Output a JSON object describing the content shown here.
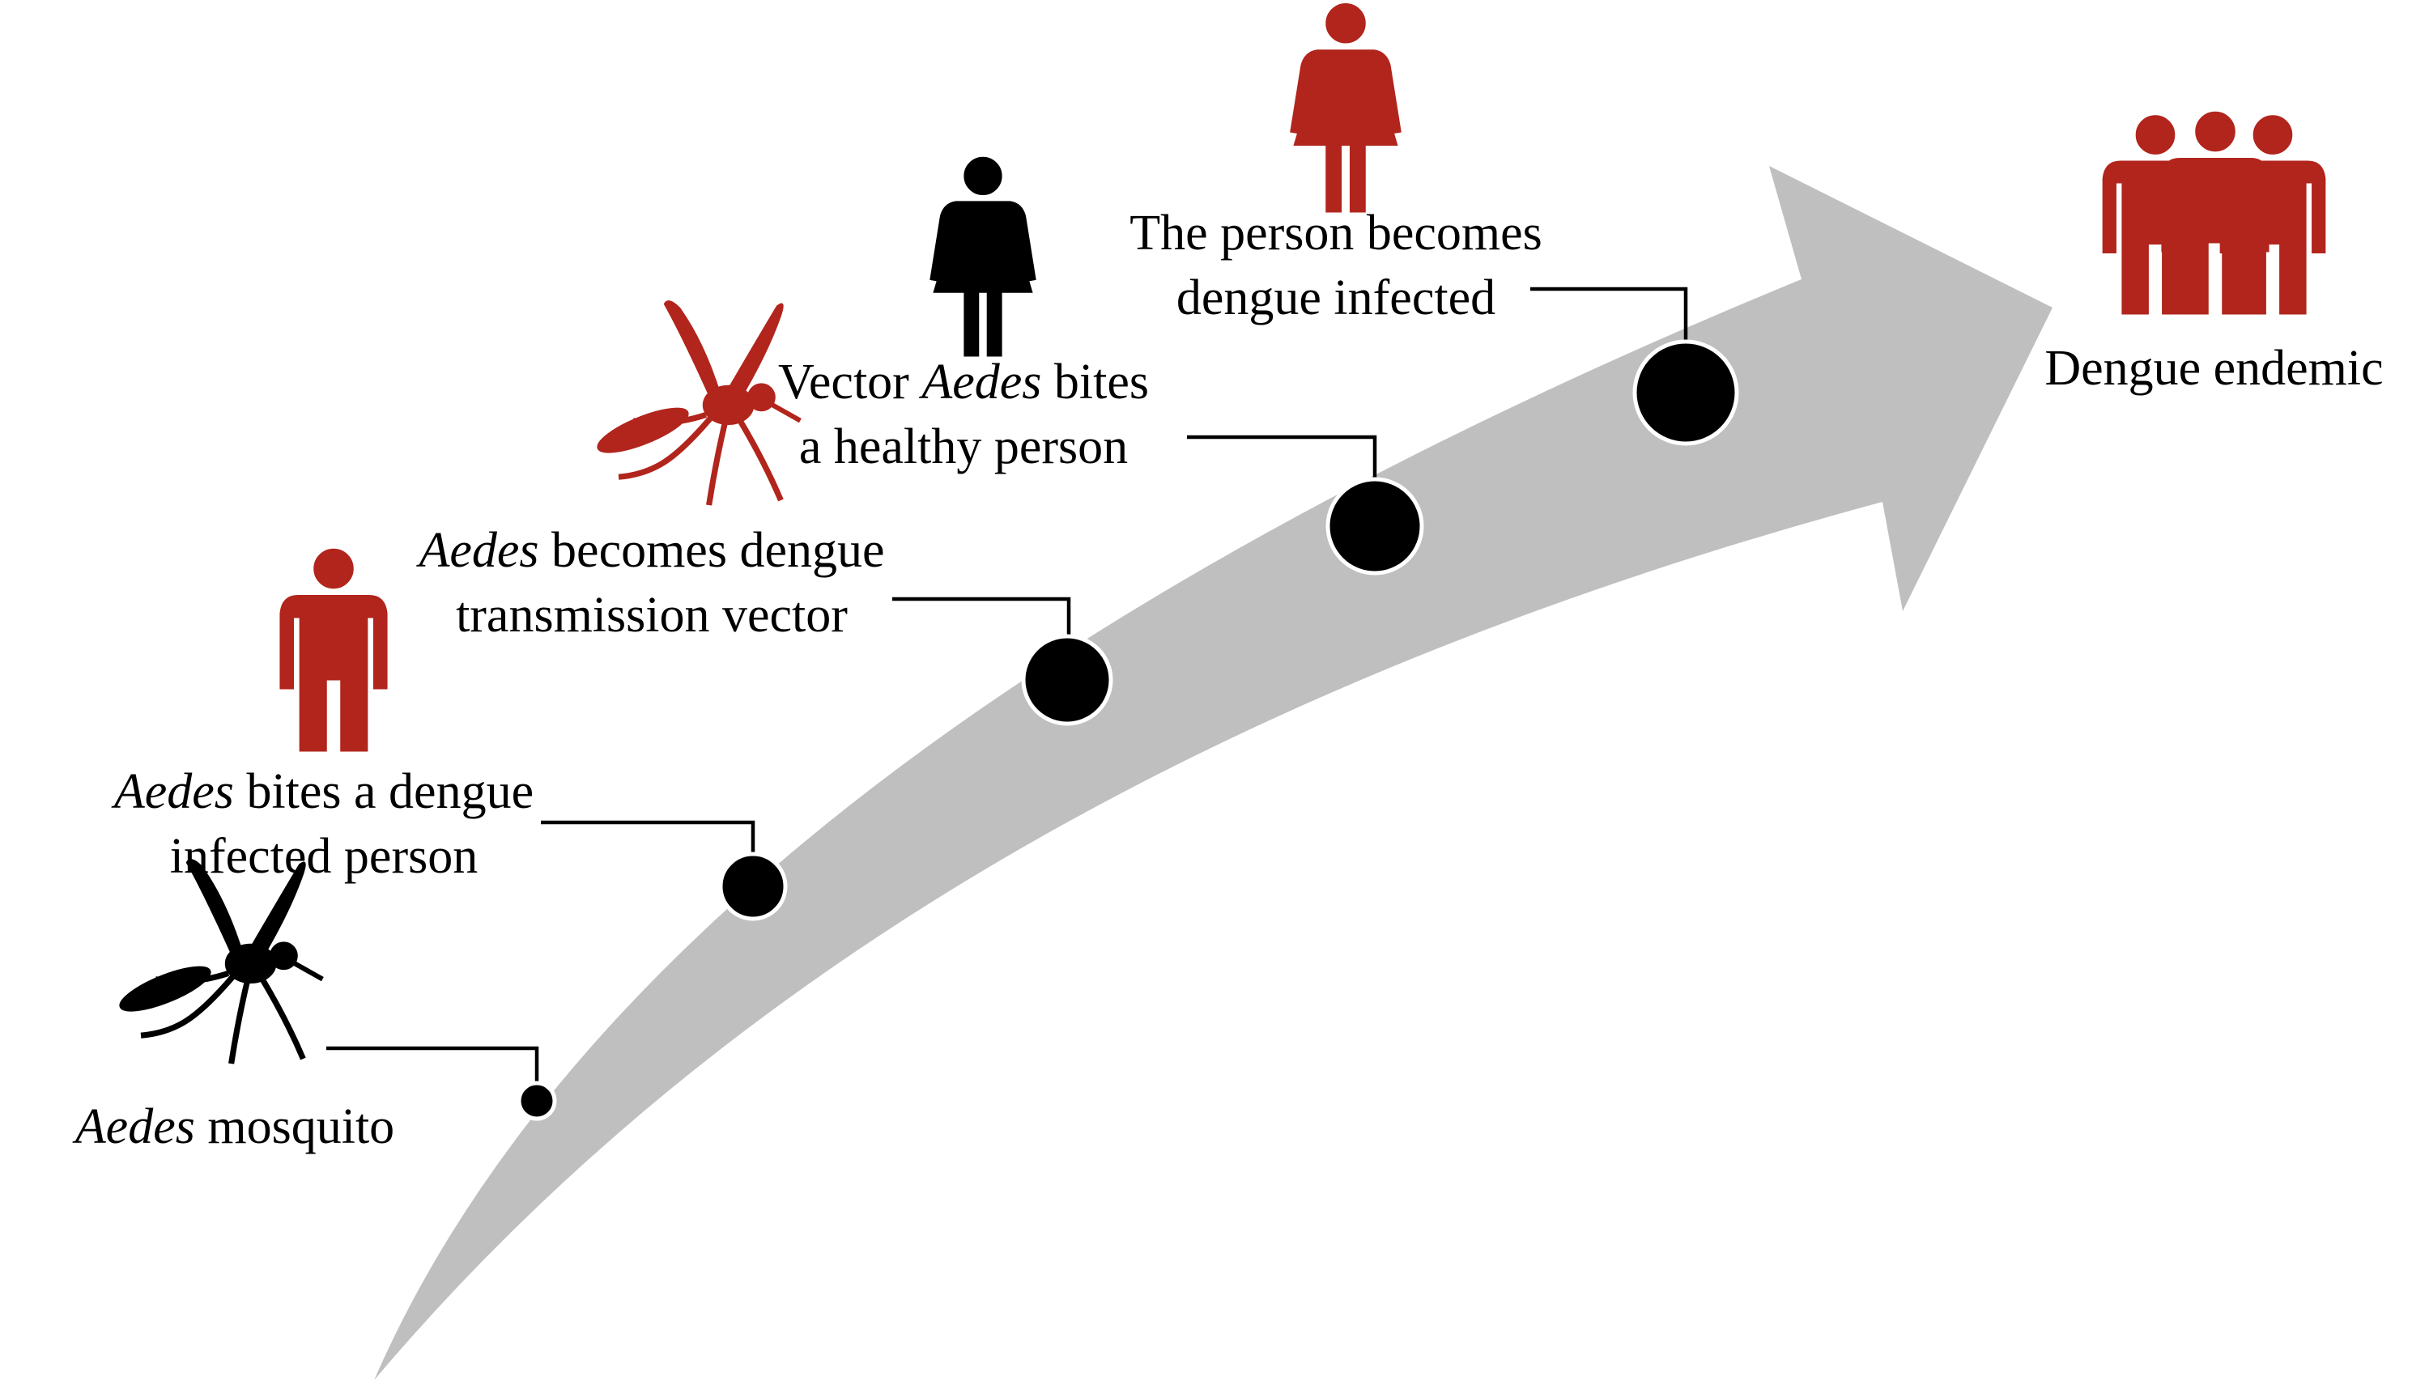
{
  "colors": {
    "arrow": "#bfbfbf",
    "accent_red": "#b1251c",
    "dot": "#000000",
    "connector": "#000000"
  },
  "steps": [
    {
      "icon": "mosquito-icon",
      "icon_color": "#000000",
      "line1_italic": "Aedes",
      "line1_rest": " mosquito",
      "line2": ""
    },
    {
      "icon": "person-icon",
      "icon_color": "#b1251c",
      "line1_italic": "Aedes",
      "line1_rest": " bites a dengue",
      "line2": "infected person"
    },
    {
      "icon": "mosquito-icon",
      "icon_color": "#b1251c",
      "line1_italic": "Aedes",
      "line1_rest": " becomes dengue",
      "line2": "transmission vector"
    },
    {
      "icon": "woman-icon",
      "icon_color": "#000000",
      "line1_pre": "Vector ",
      "line1_italic": "Aedes",
      "line1_rest": " bites",
      "line2": "a healthy person"
    },
    {
      "icon": "woman-icon",
      "icon_color": "#b1251c",
      "line1_rest": "The person becomes",
      "line2": "dengue infected"
    }
  ],
  "endpoint": {
    "icon": "group-of-people-icon",
    "icon_color": "#b1251c",
    "label": "Dengue endemic"
  }
}
